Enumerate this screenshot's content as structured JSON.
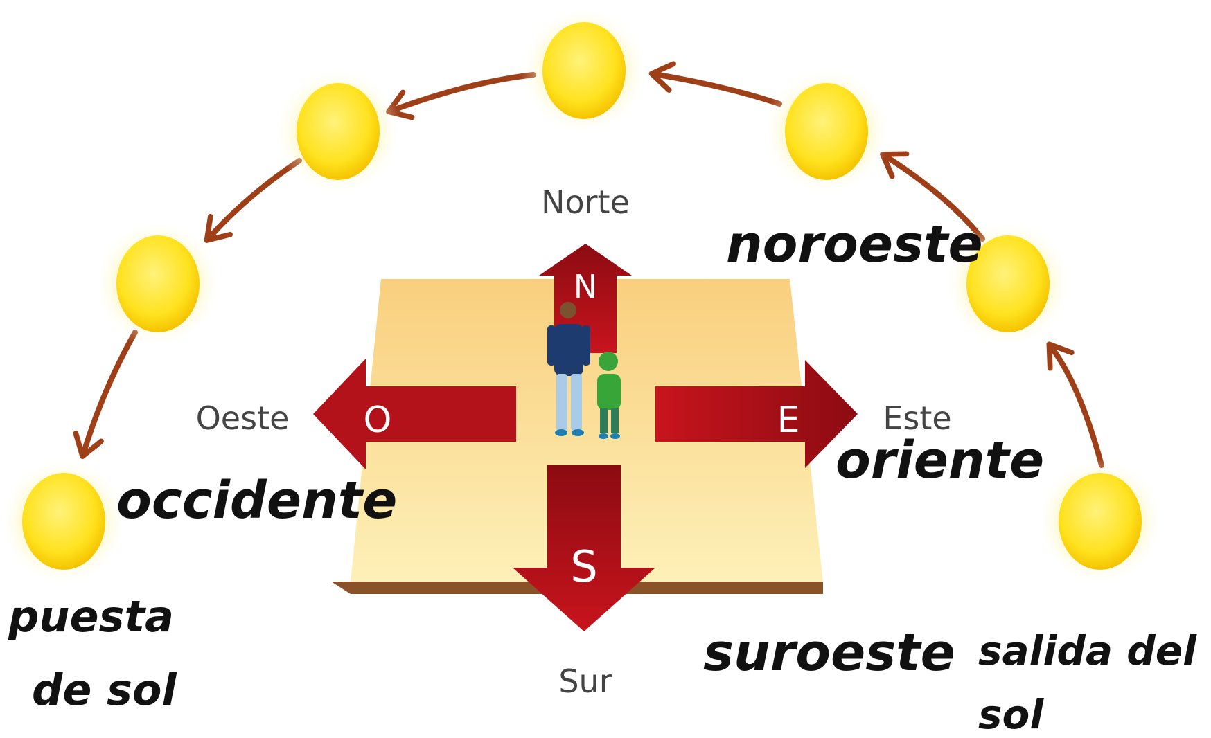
{
  "directions": {
    "north": {
      "name": "Norte",
      "letter": "N"
    },
    "south": {
      "name": "Sur",
      "letter": "S"
    },
    "east": {
      "name": "Este",
      "letter": "E"
    },
    "west": {
      "name": "Oeste",
      "letter": "O"
    }
  },
  "annotations": {
    "noroeste": "noroeste",
    "oriente": "oriente",
    "occidente": "occidente",
    "suroeste": "suroeste",
    "puesta_line1": "puesta",
    "puesta_line2": "de sol",
    "salida_line1": "salida del",
    "salida_line2": "sol"
  },
  "colors": {
    "sun": "#ffe22a",
    "sun_glow": "#fff4a8",
    "path_arrow": "#9e3f18",
    "compass_arrow": "#c2121c",
    "compass_arrow_dark": "#7a0a10",
    "ground": "#fbd98a",
    "ground_edge": "#8a5228"
  }
}
